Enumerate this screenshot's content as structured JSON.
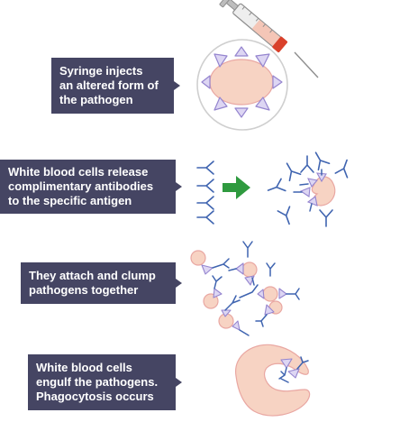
{
  "steps": [
    {
      "text": "Syringe injects\nan altered form of\nthe pathogen"
    },
    {
      "text": "White blood cells release\ncomplimentary antibodies\nto the specific antigen"
    },
    {
      "text": "They attach and clump\npathogens together"
    },
    {
      "text": "White blood cells\nengulf the pathogens.\nPhagocytosis occurs"
    }
  ],
  "colors": {
    "label_bg": "#454563",
    "pathogen_fill": "#f7d3c3",
    "pathogen_stroke": "#e9a7a2",
    "antigen_fill": "#ddd6f3",
    "antigen_stroke": "#9585cf",
    "antibody": "#3f64b0",
    "arrow_green": "#2f9a3f",
    "syringe_red": "#d9412b"
  }
}
